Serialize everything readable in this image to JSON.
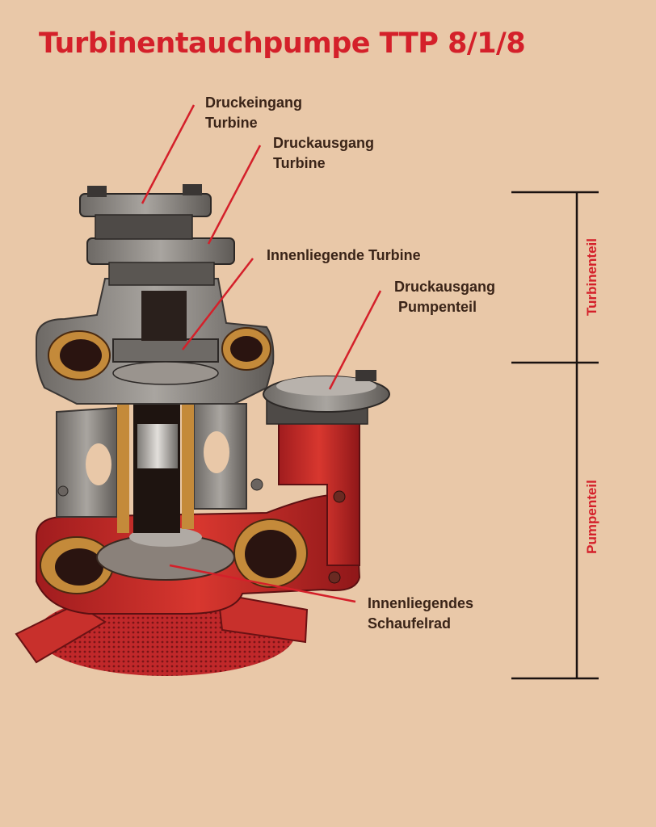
{
  "title": "Turbinentauchpumpe TTP 8/1/8",
  "labels": [
    {
      "id": "druckeingang-turbine",
      "lines": [
        "Druckeingang",
        "Turbine"
      ]
    },
    {
      "id": "druckausgang-turbine",
      "lines": [
        "Druckausgang",
        "Turbine"
      ]
    },
    {
      "id": "innenliegende-turbine",
      "lines": [
        "Innenliegende Turbine"
      ]
    },
    {
      "id": "druckausgang-pumpenteil",
      "lines": [
        "Druckausgang",
        "Pumpenteil"
      ]
    },
    {
      "id": "innenliegendes-schaufelrad",
      "lines": [
        "Innenliegendes",
        "Schaufelrad"
      ]
    }
  ],
  "sections": {
    "turbinenteil": "Turbinenteil",
    "pumpenteil": "Pumpenteil"
  },
  "colors": {
    "background": "#e9c8a8",
    "title": "#d4202a",
    "label_text": "#3a2418",
    "leader_line": "#d4202a",
    "pump_red": "#c8282a",
    "housing_gray": "#8f8a86"
  }
}
